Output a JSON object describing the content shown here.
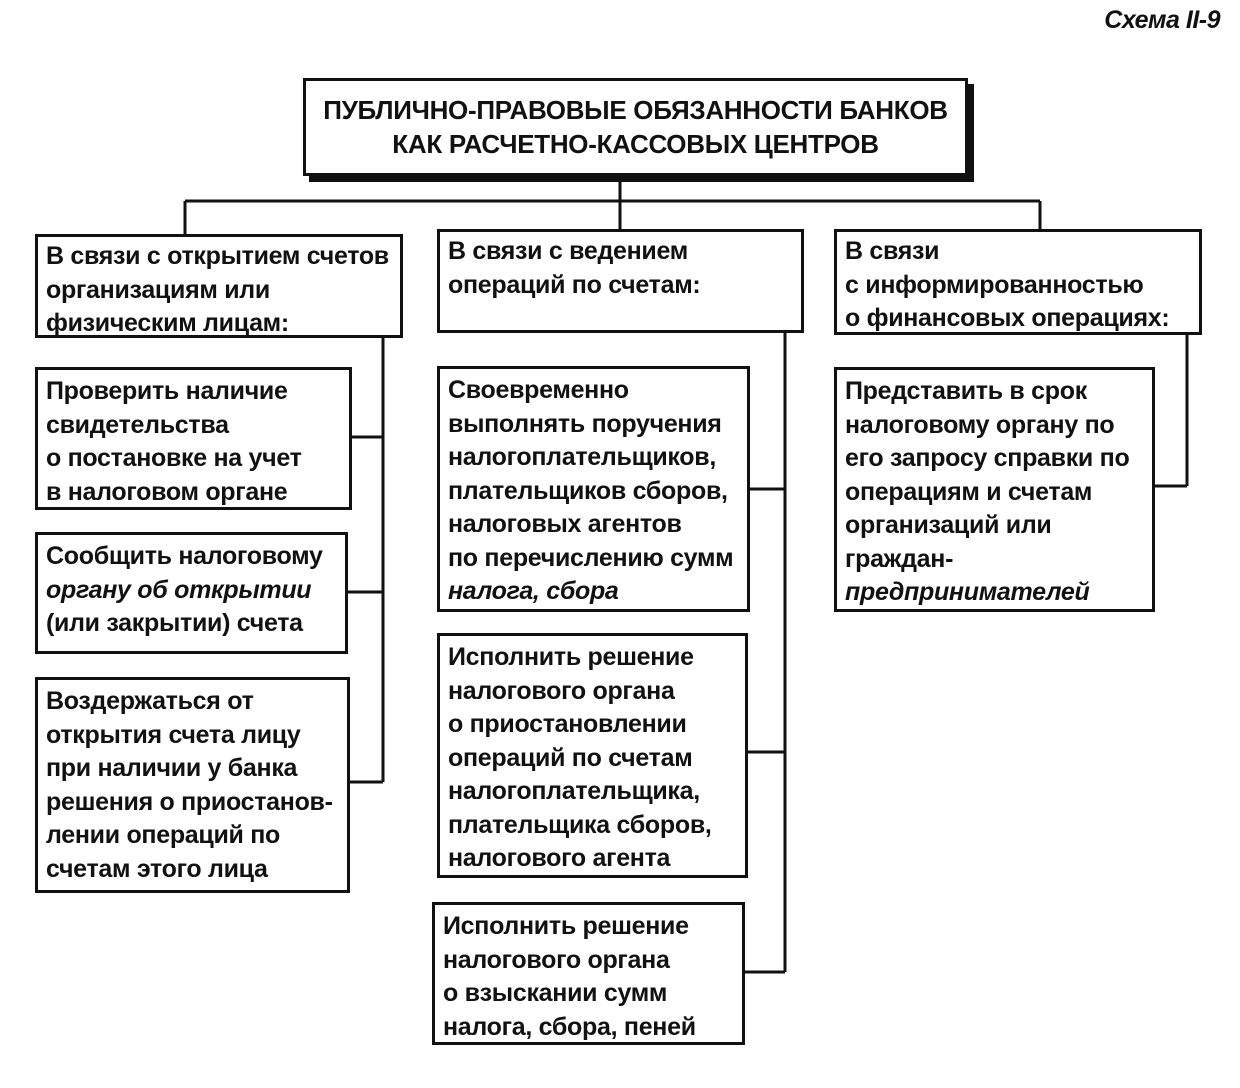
{
  "scheme_label": "Схема II-9",
  "title": "ПУБЛИЧНО-ПРАВОВЫЕ ОБЯЗАННОСТИ БАНКОВ\nКАК РАСЧЕТНО-КАССОВЫХ ЦЕНТРОВ",
  "columns": [
    {
      "heading": "В связи с открытием счетов\nорганизациям или\nфизическим лицам:",
      "items": [
        {
          "text": "Проверить наличие\nсвидетельства\nо постановке на учет\nв налоговом органе"
        },
        {
          "text": "Сообщить налоговому\n",
          "text_italic": "органу об открытии\n",
          "text_end": "(или закрытии) счета"
        },
        {
          "text": "Воздержаться от\nоткрытия счета лицу\nпри наличии у банка\nрешения о приостанов-\nлении операций по\nсчетам этого лица"
        }
      ]
    },
    {
      "heading": "В связи с ведением\nопераций по счетам:",
      "items": [
        {
          "text": "Своевременно\nвыполнять поручения\nналогоплательщиков,\nплательщиков сборов,\nналоговых агентов\nпо перечислению сумм\n",
          "text_italic": "налога, сбора"
        },
        {
          "text": "Исполнить решение\nналогового органа\nо приостановлении\nопераций по счетам\nналогоплательщика,\nплательщика сборов,\nналогового агента"
        },
        {
          "text": "Исполнить решение\nналогового органа\nо взыскании сумм\nналога, сбора, пеней"
        }
      ]
    },
    {
      "heading": "В связи\nс информированностью\nо финансовых операциях:",
      "items": [
        {
          "text": "Представить в срок\nналоговому органу по\nего запросу справки по\nоперациям и счетам\nорганизаций или\nграждан-\n",
          "text_italic": "предпринимателей"
        }
      ]
    }
  ]
}
